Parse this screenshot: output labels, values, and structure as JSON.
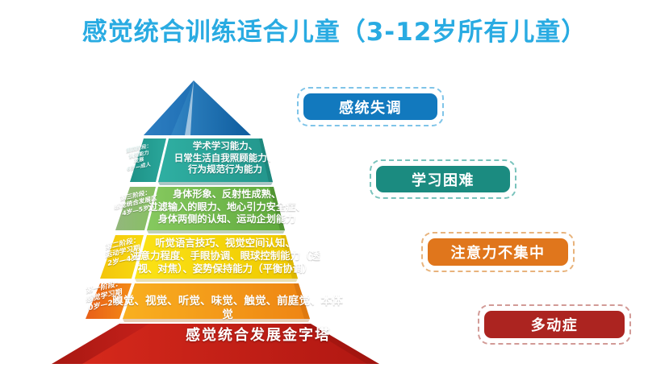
{
  "page": {
    "title": "感觉统合训练适合儿童（3-12岁所有儿童）",
    "title_color": "#29ABE2",
    "background": "#ffffff"
  },
  "pyramid": {
    "base_label": "感觉统合发展金字塔",
    "apex": {
      "name": "pyramid-apex",
      "color_light": "#2E84C6",
      "color_dark": "#1B6AAE"
    },
    "levels": [
      {
        "id": "level-4",
        "stage_label": "第四阶段：\n认知能力\n发展\n6岁—成人",
        "content": "学术学习能力、\n日常生活自我照顾能力、\n行为规范行为能力",
        "color_main": "#2AA79B",
        "color_label": "#1E9287",
        "color_edge": "#17776E"
      },
      {
        "id": "level-3",
        "stage_label": "第三阶段：\n感觉统合发展区\n4岁—5岁",
        "content": "身体形象、反射性成熟、\n过滤输入的眼力、地心引力安全症、\n身体两侧的认知、运动企划能力",
        "color_main": "#6FB94A",
        "color_label": "#7FA86B",
        "color_edge": "#4E8C32"
      },
      {
        "id": "level-2",
        "stage_label": "第二阶段：\n运动学习期\n2岁—4岁",
        "content": "听觉语言技巧、视觉空间认知、\n注意力程度、手眼协调、眼球控制能力（透\n视、对焦）、姿势保持能力（平衡协调）",
        "color_main": "#F5D706",
        "color_label": "#F2C20A",
        "color_edge": "#D8B800"
      },
      {
        "id": "level-1",
        "stage_label": "第一阶段：\n感觉学习期\n0岁—2岁",
        "content": "嗅觉、视觉、听觉、味觉、触觉、前庭觉、本体觉",
        "color_main": "#F5A11B",
        "color_label": "#E8641A",
        "color_edge": "#D2760D"
      }
    ],
    "base": {
      "color_main": "#C9241B",
      "color_left": "#A81812",
      "color_edge": "#8E120D"
    }
  },
  "callouts": [
    {
      "id": "callout-1",
      "label": "感统失调",
      "fill": "#1279BE",
      "dash": "#7fc4e8"
    },
    {
      "id": "callout-2",
      "label": "学习困难",
      "fill": "#1B8B80",
      "dash": "#79c3bc"
    },
    {
      "id": "callout-3",
      "label": "注意力不集中",
      "fill": "#E0761C",
      "dash": "#e8b37c"
    },
    {
      "id": "callout-4",
      "label": "多动症",
      "fill": "#AC2420",
      "dash": "#d29a96"
    }
  ]
}
